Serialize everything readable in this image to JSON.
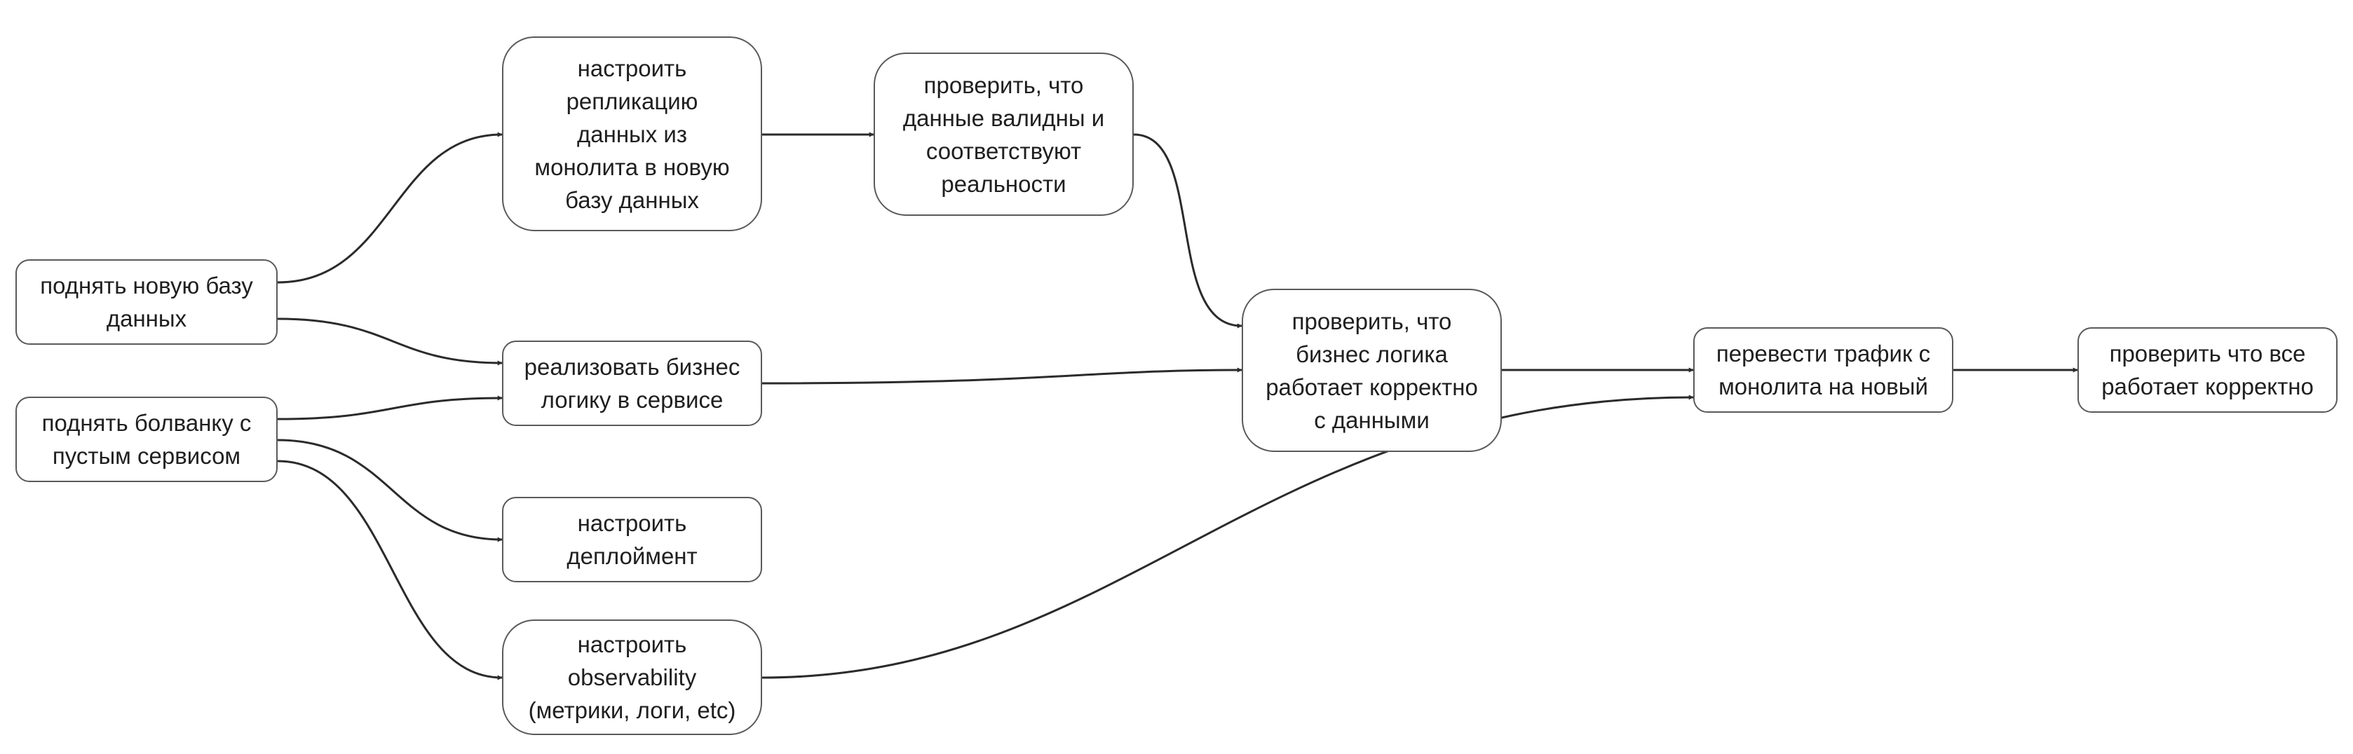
{
  "diagram": {
    "nodes": {
      "new_db": "поднять новую базу\nданных",
      "stub_service": "поднять болванку с\nпустым сервисом",
      "replication": "настроить\nрепликацию\nданных из\nмонолита в новую\nбазу данных",
      "business_logic": "реализовать бизнес\nлогику в сервисе",
      "deployment": "настроить\nдеплоймент",
      "observability": "настроить\nobservability\n(метрики, логи, etc)",
      "validate_data": "проверить, что\nданные валидны и\nсоответствуют\nреальности",
      "verify_logic": "проверить, что\nбизнес логика\nработает корректно\nс данными",
      "switch_traffic": "перевести трафик с\nмонолита на новый",
      "verify_all": "проверить что все\nработает корректно"
    },
    "edges": [
      {
        "from": "new_db",
        "to": "replication"
      },
      {
        "from": "new_db",
        "to": "business_logic"
      },
      {
        "from": "stub_service",
        "to": "business_logic"
      },
      {
        "from": "stub_service",
        "to": "deployment"
      },
      {
        "from": "stub_service",
        "to": "observability"
      },
      {
        "from": "replication",
        "to": "validate_data"
      },
      {
        "from": "validate_data",
        "to": "verify_logic"
      },
      {
        "from": "business_logic",
        "to": "verify_logic"
      },
      {
        "from": "verify_logic",
        "to": "switch_traffic"
      },
      {
        "from": "observability",
        "to": "switch_traffic"
      },
      {
        "from": "switch_traffic",
        "to": "verify_all"
      }
    ],
    "colors": {
      "node_border": "#5a5a5a",
      "edge": "#2b2b2b",
      "text": "#1f1f1f",
      "background": "#ffffff"
    }
  }
}
